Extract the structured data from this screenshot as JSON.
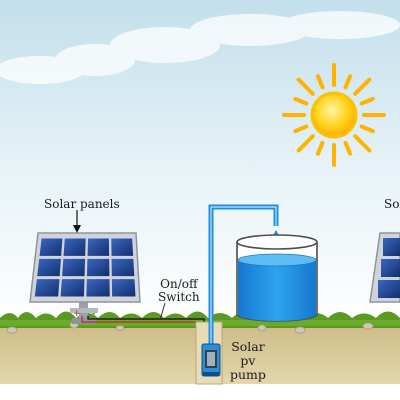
{
  "labels": {
    "solar_panels": "Solar panels",
    "solar_panels_right": "Sol",
    "switch_line1": "On/off",
    "switch_line2": "Switch",
    "pump_line1": "Solar",
    "pump_line2": "pv",
    "pump_line3": "pump"
  },
  "colors": {
    "sky_top": "#c9e2ee",
    "sky_bottom": "#ffffff",
    "sun_core": "#ffd21a",
    "sun_rays": "#ffb300",
    "panel_cell": "#1b3f8a",
    "panel_frame": "#c8ccd2",
    "water": "#1e8fe0",
    "pipe": "#1e8fe0",
    "grass": "#5a9a22",
    "soil": "#d8c99a",
    "pump_body": "#2a8fd6"
  },
  "icons": [
    "sun-icon",
    "solar-panel-icon",
    "water-tank-icon",
    "pump-icon",
    "arrow-icon"
  ]
}
